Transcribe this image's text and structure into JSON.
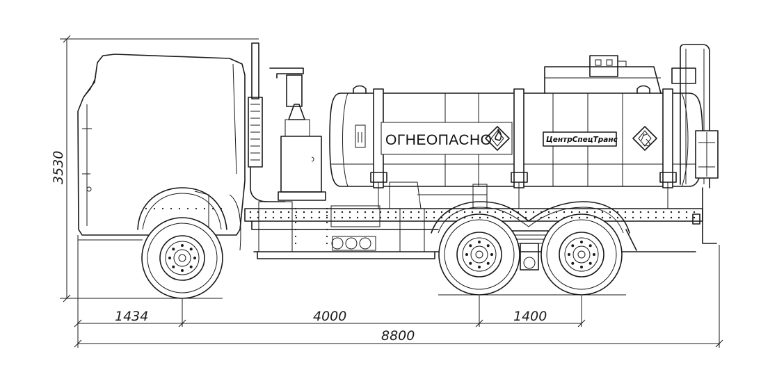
{
  "tank": {
    "warning_label": "ОГНЕОПАСНО",
    "manufacturer_logo": "ЦентрСпецТранс"
  },
  "dimensions": {
    "height": "3530",
    "front_overhang": "1434",
    "wheelbase": "4000",
    "rear_axle_spacing": "1400",
    "overall_length": "8800"
  },
  "icons": [
    "flammable-hazard-icon",
    "environment-hazard-icon"
  ]
}
